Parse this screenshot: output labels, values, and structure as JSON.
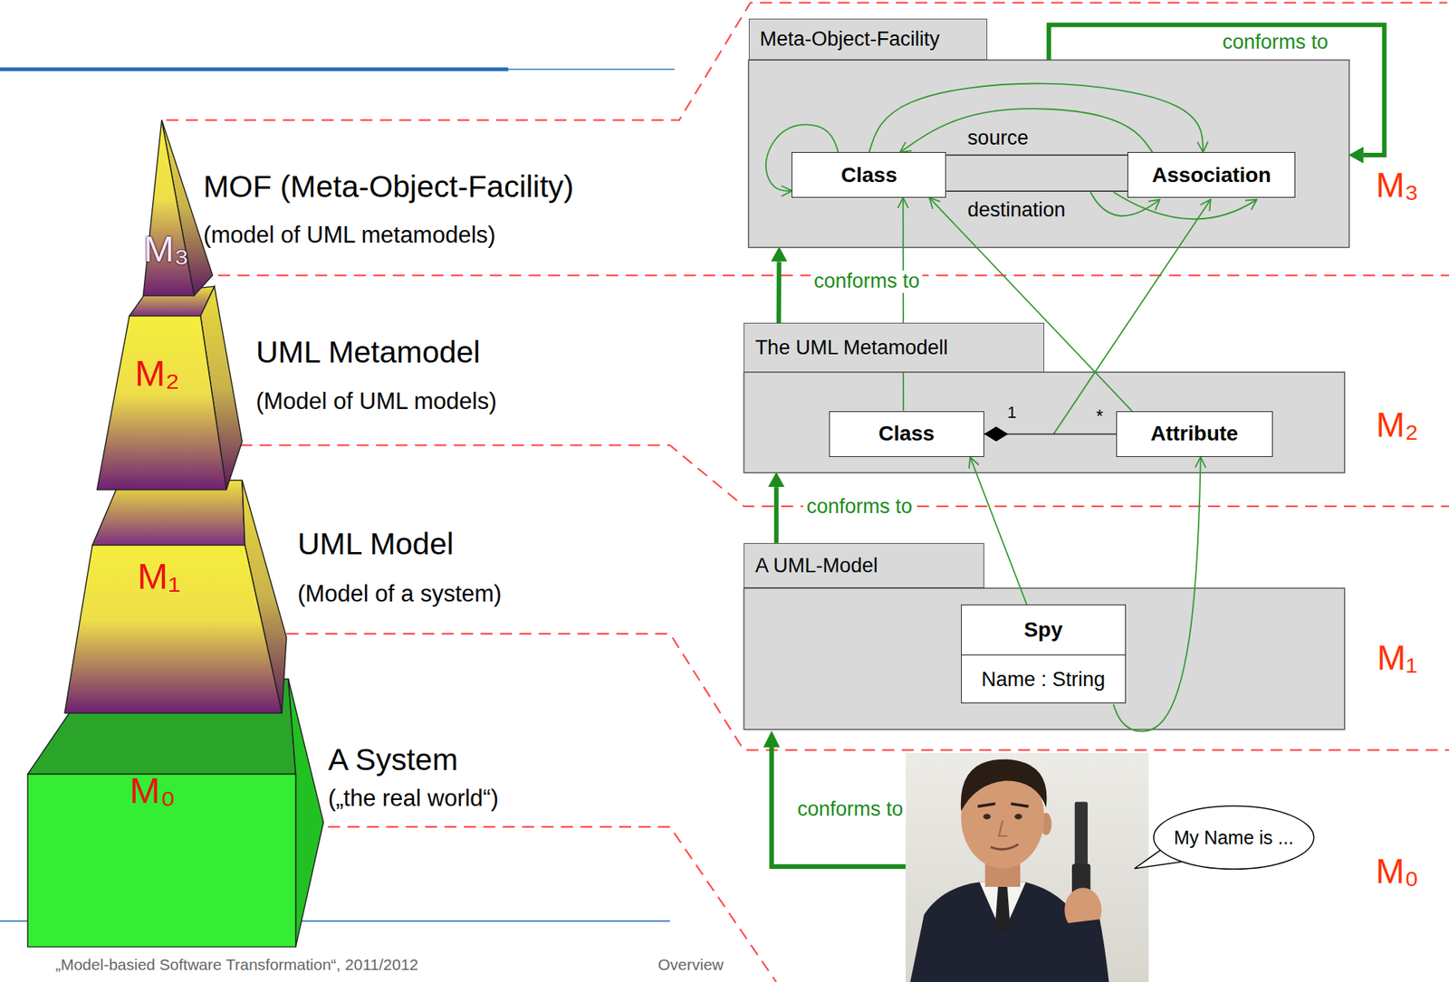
{
  "diagram": {
    "nodes": [
      {
        "text": [
          "Meta-Object-Facility"
        ]
      },
      {
        "text": [
          "Class"
        ],
        "in": 0
      },
      {
        "text": [
          "Association"
        ],
        "in": 0
      },
      {
        "text": [
          "The UML Metamodell"
        ]
      },
      {
        "text": [
          "Class"
        ],
        "in": 3
      },
      {
        "text": [
          "Attribute"
        ],
        "in": 3
      },
      {
        "text": [
          "A UML-Model"
        ]
      },
      {
        "text": [
          "Spy"
        ],
        "in": 6
      },
      {
        "text": [
          "Name : String"
        ],
        "in": 7
      },
      {
        "text": [
          "My Name is ..."
        ]
      }
    ],
    "edges": [
      {
        "from": 1,
        "to": 1,
        "arrow": "to"
      },
      {
        "from": 2,
        "to": 1,
        "arrow": "to"
      },
      {
        "from": 1,
        "to": 2,
        "arrow": "to"
      },
      {
        "from": 2,
        "to": 1,
        "label": "source",
        "arrow": "none"
      },
      {
        "from": 2,
        "to": 1,
        "label": "destination",
        "arrow": "none"
      },
      {
        "from": 0,
        "to": 0,
        "label": "conforms to",
        "arrow": "to"
      },
      {
        "from": 3,
        "to": 0,
        "label": "conforms to",
        "arrow": "to"
      },
      {
        "from": 4,
        "to": 1,
        "arrow": "to"
      },
      {
        "from": 5,
        "to": 1,
        "arrow": "to"
      },
      {
        "from": 4,
        "to": 5,
        "arrow": "none"
      },
      {
        "from": 6,
        "to": 3,
        "label": "conforms to",
        "arrow": "to"
      },
      {
        "from": 7,
        "to": 4,
        "arrow": "to"
      },
      {
        "from": 8,
        "to": 5,
        "arrow": "to"
      }
    ],
    "labels": [
      "M₃",
      "MOF (Meta-Object-Facility)",
      "(model of UML metamodels)",
      "M₂",
      "UML Metamodel",
      "(Model of UML models)",
      "M₁",
      "UML Model",
      "(Model of a system)",
      "M₀",
      "A System",
      "(„the real world“)",
      "M₃",
      "M₂",
      "M₁",
      "M₀",
      "1",
      "*",
      "conforms to",
      "„Model-basied Software Transformation“, 2011/2012",
      "Overview"
    ]
  }
}
